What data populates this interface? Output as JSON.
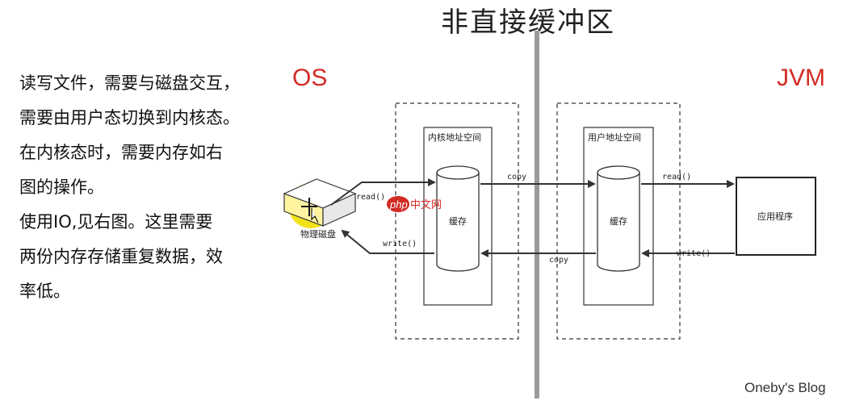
{
  "title": "非直接缓冲区",
  "description_lines": [
    "读写文件，需要与磁盘交互，",
    "需要由用户态切换到内核态。",
    "在内核态时，需要内存如右",
    "图的操作。",
    "使用IO,见右图。这里需要",
    "两份内存存储重复数据，效",
    "率低。"
  ],
  "labels": {
    "os": "OS",
    "jvm": "JVM"
  },
  "diagram": {
    "kernel_space": "内核地址空间",
    "user_space": "用户地址空间",
    "disk": "物理磁盘",
    "kernel_buffer": "缓存",
    "user_buffer": "缓存",
    "app": "应用程序",
    "read_left": "read()",
    "write_left": "write()",
    "copy_top": "copy",
    "copy_bottom": "copy",
    "read_right": "read()",
    "write_right": "write()",
    "watermark_php": "php",
    "watermark_cn": "中文网"
  },
  "footer": "Oneby's Blog",
  "colors": {
    "accent_red": "#d22b24",
    "disk_highlight": "#f2e21a"
  }
}
